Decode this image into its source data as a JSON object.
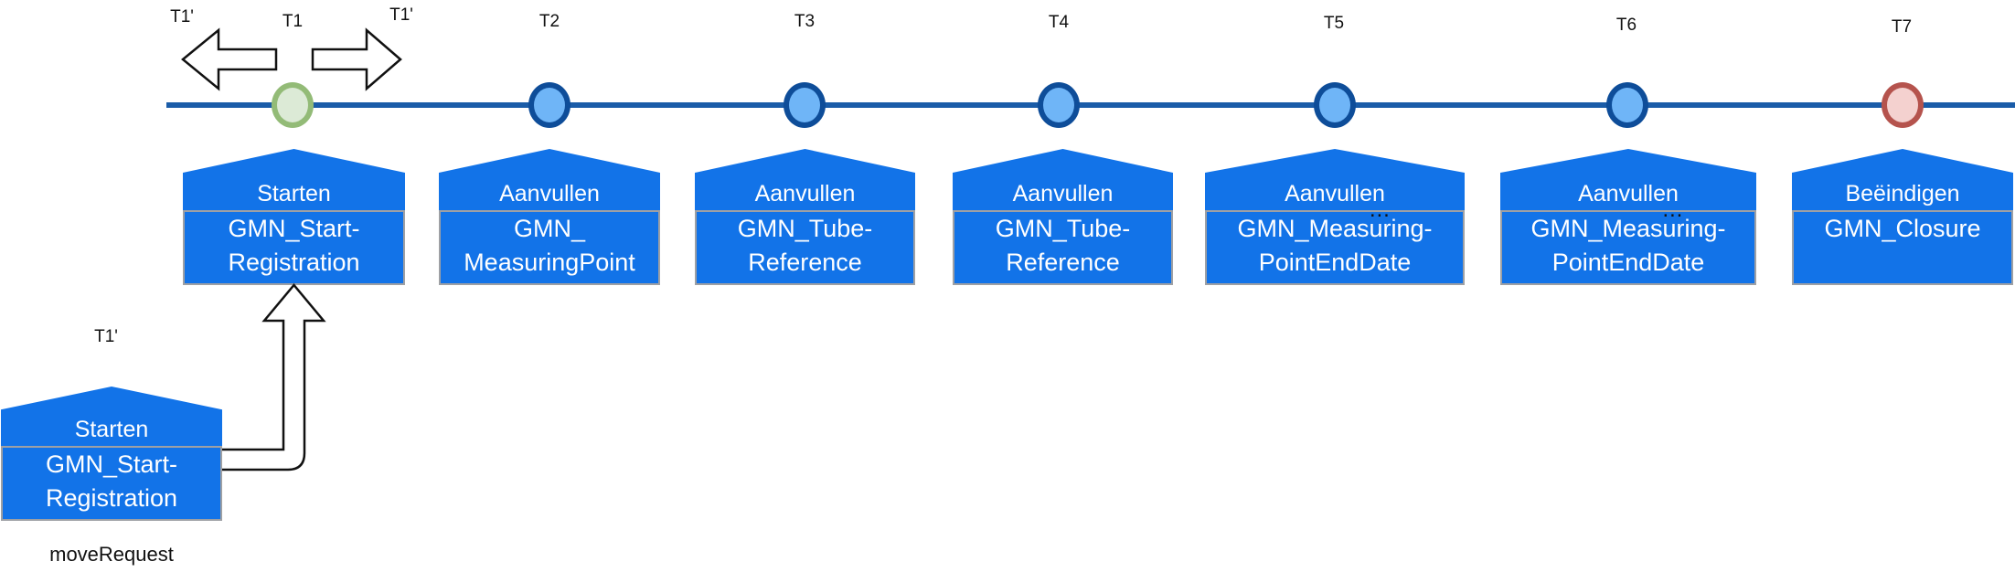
{
  "diagram": {
    "move_markers": {
      "left_label": "T1'",
      "right_label": "T1'"
    },
    "events": [
      {
        "tick": "T1",
        "roof": "Starten",
        "body_line1": "GMN_Start-",
        "body_line2": "Registration",
        "node_color": "green"
      },
      {
        "tick": "T2",
        "roof": "Aanvullen",
        "body_line1": "GMN_",
        "body_line2": "MeasuringPoint",
        "node_color": "blue"
      },
      {
        "tick": "T3",
        "roof": "Aanvullen",
        "body_line1": "GMN_Tube-",
        "body_line2": "Reference",
        "node_color": "blue"
      },
      {
        "tick": "T4",
        "roof": "Aanvullen",
        "body_line1": "GMN_Tube-",
        "body_line2": "Reference",
        "node_color": "blue"
      },
      {
        "tick": "T5",
        "roof": "Aanvullen",
        "dots": "…",
        "body_line1": "GMN_Measuring-",
        "body_line2": "PointEndDate",
        "node_color": "blue"
      },
      {
        "tick": "T6",
        "roof": "Aanvullen",
        "dots": "…",
        "body_line1": "GMN_Measuring-",
        "body_line2": "PointEndDate",
        "node_color": "blue"
      },
      {
        "tick": "T7",
        "roof": "Beëindigen",
        "body_line1": "GMN_Closure",
        "body_line2": "",
        "node_color": "red"
      }
    ],
    "detached_event": {
      "tick_label": "T1'",
      "roof": "Starten",
      "body_line1": "GMN_Start-",
      "body_line2": "Registration",
      "caption": "moveRequest"
    },
    "colors": {
      "event_box_blue": "#1273E8",
      "timeline_blue": "#1A5CA8",
      "node_blue_fill": "#6FB5F7",
      "node_blue_border": "#0E4D99",
      "node_green_fill": "#DCEAD6",
      "node_green_border": "#93BB77",
      "node_red_fill": "#F4D1CF",
      "node_red_border": "#B5534D"
    },
    "icons": {
      "move_left": "left-block-arrow",
      "move_right": "right-block-arrow",
      "move_up": "up-bent-block-arrow"
    }
  }
}
